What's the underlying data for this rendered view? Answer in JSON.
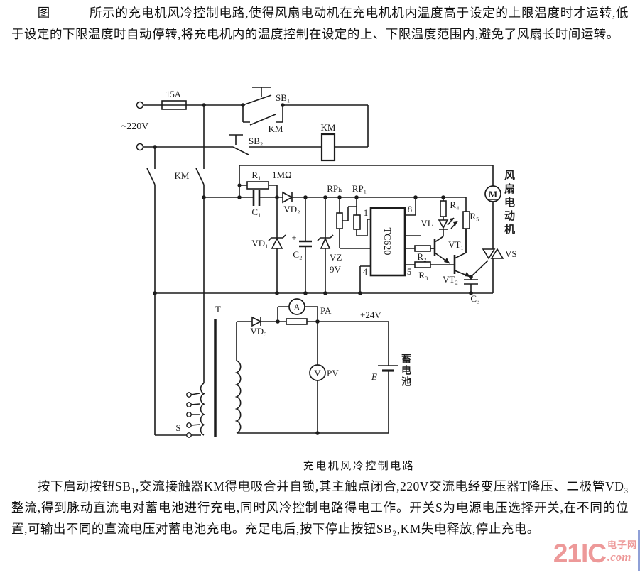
{
  "content": {
    "intro": "图　　　所示的充电机风冷控制电路,使得风扇电动机在充电机机内温度高于设定的上限温度时才运转,低于设定的下限温度时自动停转,将充电机内的温度控制在设定的上、下限温度范围内,避免了风扇长时间运转。",
    "caption": "充电机风冷控制电路",
    "body": "按下启动按钮SB₁,交流接触器KM得电吸合并自锁,其主触点闭合,220V交流电经变压器T降压、二极管VD₃整流,得到脉动直流电对蓄电池进行充电,同时风冷控制电路得电工作。开关S为电源电压选择开关,在不同的位置,可输出不同的直流电压对蓄电池充电。充足电后,按下停止按钮SB₂,KM失电释放,停止充电。"
  },
  "schematic": {
    "labels": {
      "fuse": "15A",
      "mains": "~220V",
      "sb1": "SB₁",
      "sb2": "SB₂",
      "km_aux": "KM",
      "km_main": "KM",
      "km_coil": "KM",
      "r1": "R₁",
      "r1_value": "1MΩ",
      "c1": "C₁",
      "vd1": "VD₁",
      "vd2": "VD₂",
      "c2": "C₂",
      "plus": "+",
      "vz": "VZ",
      "vz_value": "9V",
      "rph": "RPₕ",
      "rp1": "RP₁",
      "ic": "TC620",
      "pin1": "1",
      "pin8": "8",
      "pin4": "4",
      "pin5": "5",
      "r2": "R₂",
      "r3": "R₃",
      "r4": "R₄",
      "r5": "R₅",
      "vl": "VL",
      "vt1": "VT₁",
      "vt2": "VT₂",
      "c3": "C₃",
      "vs": "VS",
      "motor_letter": "M",
      "fan_motor": "风扇电动机",
      "transformer": "T",
      "selector": "S",
      "vd3": "VD₃",
      "ammeter_letter": "A",
      "pa": "PA",
      "plus24": "+24V",
      "voltmeter_letter": "V",
      "pv": "PV",
      "battery_e": "E",
      "battery": "蓄电池"
    }
  },
  "watermark": {
    "brand": "21IC",
    "site": "电子网",
    "domain": ".com"
  },
  "colors": {
    "ink": "#1c1c1c",
    "paper": "#ffffff",
    "watermark_pink": "#ec8f8f",
    "watermark_blue": "#7b8fd0"
  }
}
